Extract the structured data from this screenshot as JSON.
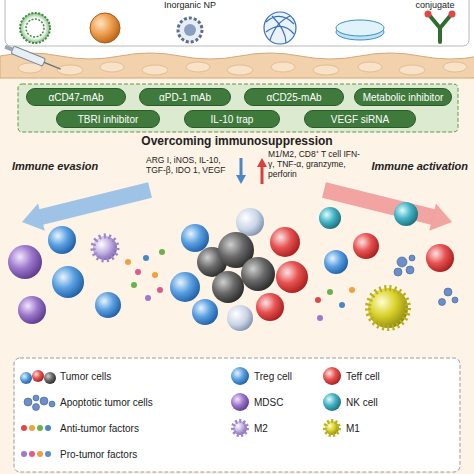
{
  "diagram": {
    "nodes": [
      {
        "text": [
          "αCD47-mAb"
        ]
      },
      {
        "text": [
          "αPD-1 mAb"
        ]
      },
      {
        "text": [
          "αCD25-mAb"
        ]
      },
      {
        "text": [
          "Metabolic inhibitor"
        ]
      },
      {
        "text": [
          "TBRI inhibitor"
        ]
      },
      {
        "text": [
          "IL-10 trap"
        ]
      },
      {
        "text": [
          "VEGF siRNA"
        ]
      }
    ],
    "labels": [
      "Inorganic NP",
      "conjugate",
      "Overcoming immunosuppression",
      "Immune evasion",
      "Immune activation",
      "ARG I, iNOS, IL-10, TGF-β, IDO 1, VEGF",
      "M1/M2, CD8⁺ T cell IFN-γ, TNF-α, granzyme, perforin"
    ],
    "legend": [
      {
        "text": "Tumor cells"
      },
      {
        "text": "Treg cell"
      },
      {
        "text": "Teff cell"
      },
      {
        "text": "Apoptotic tumor cells"
      },
      {
        "text": "MDSC"
      },
      {
        "text": "NK cell"
      },
      {
        "text": "Anti-tumor factors"
      },
      {
        "text": "M2"
      },
      {
        "text": "M1"
      },
      {
        "text": "Pro-tumor factors"
      }
    ]
  }
}
